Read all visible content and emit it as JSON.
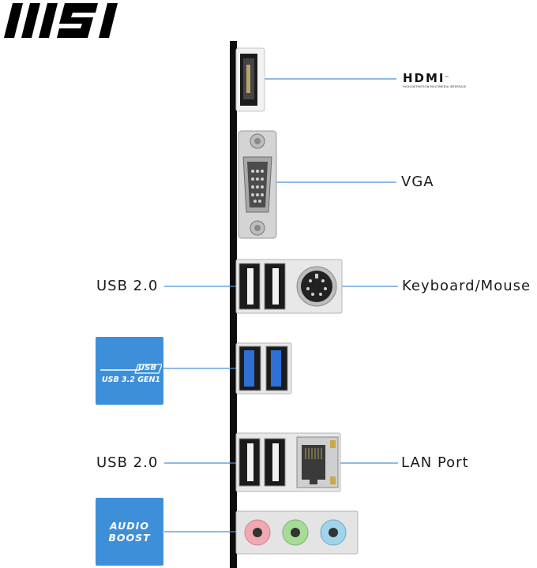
{
  "brand": {
    "logo_text": "MSI"
  },
  "hdmi": {
    "logo_text": "HDMI",
    "tm": "™",
    "tagline": "HIGH-DEFINITION MULTIMEDIA INTERFACE"
  },
  "labels": {
    "vga": "VGA",
    "usb2_top": "USB 2.0",
    "keyboard_mouse": "Keyboard/Mouse",
    "usb2_bottom": "USB 2.0",
    "lan": "LAN Port"
  },
  "badges": {
    "usb_logo": "USB",
    "usb_gen": "USB 3.2 GEN1",
    "audio_line1": "AUDIO",
    "audio_line2": "BOOST"
  },
  "colors": {
    "accent_blue": "#3d8fd9",
    "leader_line": "#4a90d9",
    "panel_bar": "#0d0d0d",
    "usb3_port": "#2f6fd6",
    "audio_pink": "#f1a8b2",
    "audio_green": "#a6dc95",
    "audio_blue": "#9fd4ec"
  },
  "icons": [
    "msi-logo",
    "hdmi-port-icon",
    "vga-port-icon",
    "usb2-port-icon",
    "ps2-port-icon",
    "usb3-port-icon",
    "lan-port-icon",
    "audio-jack-icon"
  ]
}
